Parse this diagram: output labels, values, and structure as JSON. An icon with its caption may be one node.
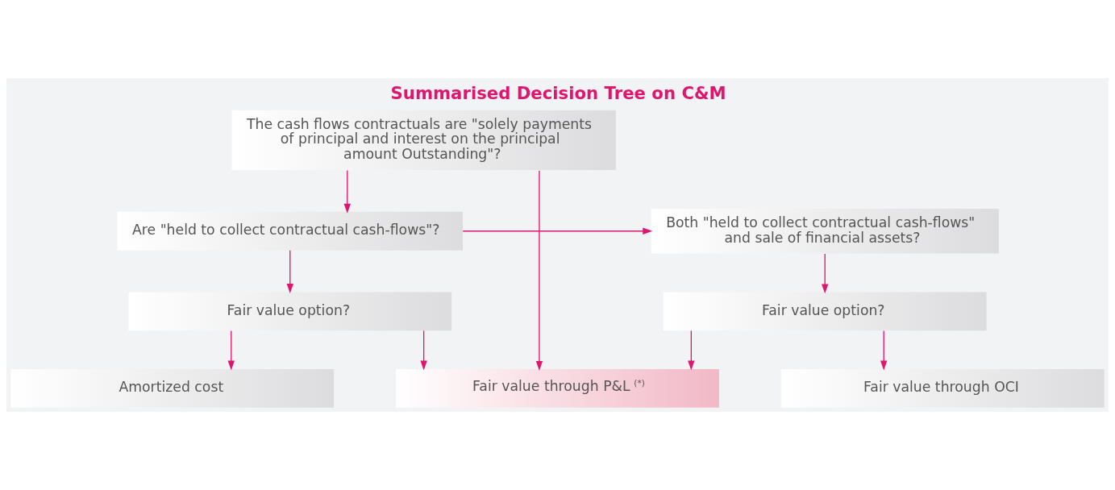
{
  "diagram": {
    "title": "Summarised Decision Tree on C&M",
    "nodes": [
      {
        "text": [
          "The cash flows contractuals are \"solely payments of principal and interest on the principal amount Outstanding\"?"
        ]
      },
      {
        "text": [
          "Are \"held to collect contractual cash-flows\"?"
        ]
      },
      {
        "text": [
          "Fair value option?"
        ]
      },
      {
        "text": [
          "Amortized cost"
        ]
      },
      {
        "text": [
          "Both \"held to collect contractual cash-flows\" and sale of financial assets?"
        ]
      },
      {
        "text": [
          "Fair value option?"
        ]
      },
      {
        "text": [
          "Fair value through OCI"
        ]
      },
      {
        "text": [
          "Fair value through P&L$^{(*)}$"
        ]
      }
    ],
    "edges": [
      {
        "from": 0,
        "to": 1,
        "arrow": "to"
      },
      {
        "from": 0,
        "to": 7,
        "arrow": "to"
      },
      {
        "from": 1,
        "to": 2,
        "arrow": "to"
      },
      {
        "from": 1,
        "to": 4,
        "arrow": "to"
      },
      {
        "from": 2,
        "to": 3,
        "arrow": "to"
      },
      {
        "from": 2,
        "to": 7,
        "arrow": "to"
      },
      {
        "from": 4,
        "to": 5,
        "arrow": "to"
      },
      {
        "from": 5,
        "to": 7,
        "arrow": "to"
      },
      {
        "from": 5,
        "to": 6,
        "arrow": "to"
      }
    ]
  }
}
